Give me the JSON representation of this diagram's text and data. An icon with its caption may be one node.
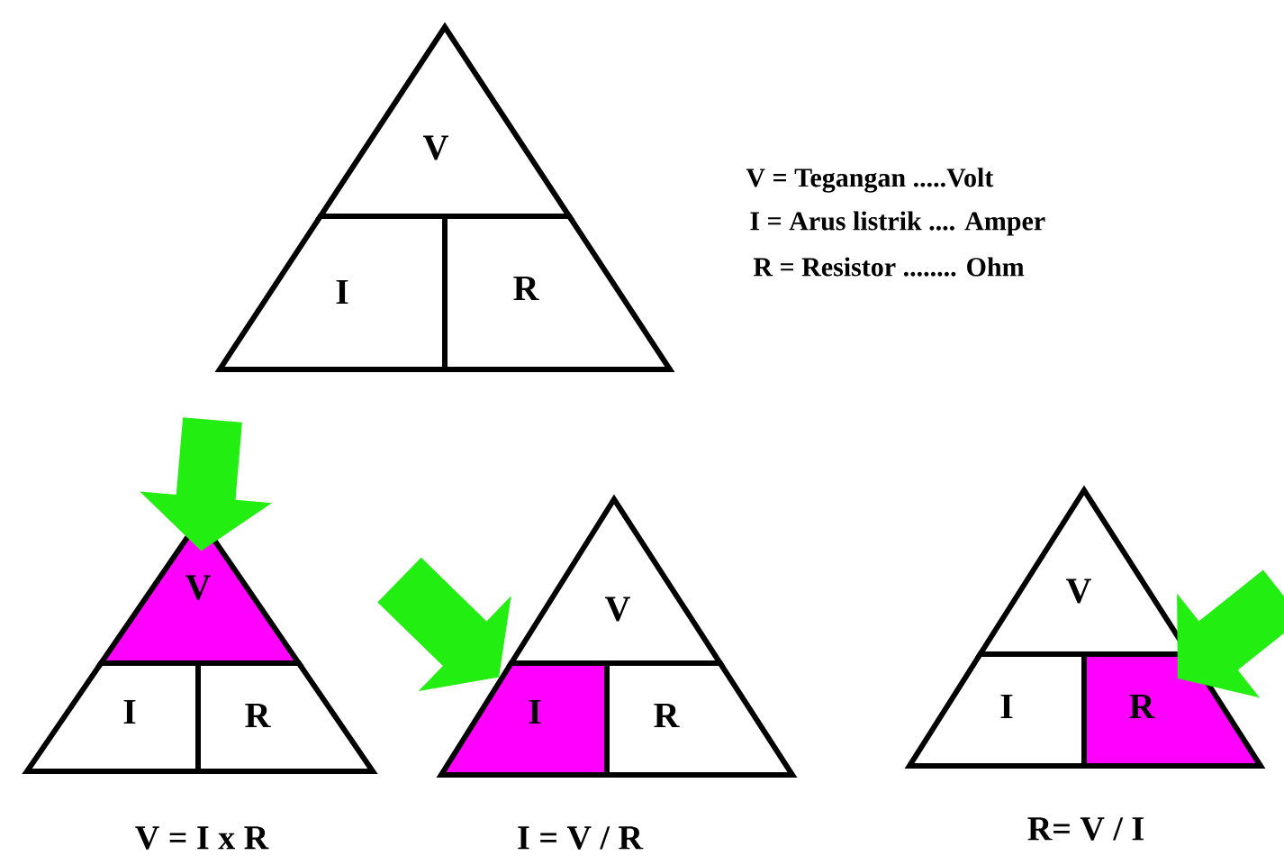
{
  "diagram": {
    "nodes": [
      {
        "text": [
          "V"
        ]
      },
      {
        "text": [
          "I"
        ]
      },
      {
        "text": [
          "R"
        ]
      },
      {
        "text": [
          "V"
        ]
      },
      {
        "text": [
          "I"
        ]
      },
      {
        "text": [
          "R"
        ]
      },
      {
        "text": [
          "V"
        ]
      },
      {
        "text": [
          "I"
        ]
      },
      {
        "text": [
          "R"
        ]
      },
      {
        "text": [
          "V"
        ]
      },
      {
        "text": [
          "I"
        ]
      },
      {
        "text": [
          "R"
        ]
      }
    ],
    "edges": [
      {
        "from": null,
        "to": 3,
        "arrow": "to"
      },
      {
        "from": null,
        "to": 7,
        "arrow": "to"
      },
      {
        "from": null,
        "to": 11,
        "arrow": "to"
      }
    ],
    "labels": [
      "V = Tegangan .....Volt",
      "I = Arus listrik .... Amper",
      "R = Resistor ........ Ohm",
      "V = I x R",
      "I = V / R",
      "R= V / I"
    ]
  }
}
